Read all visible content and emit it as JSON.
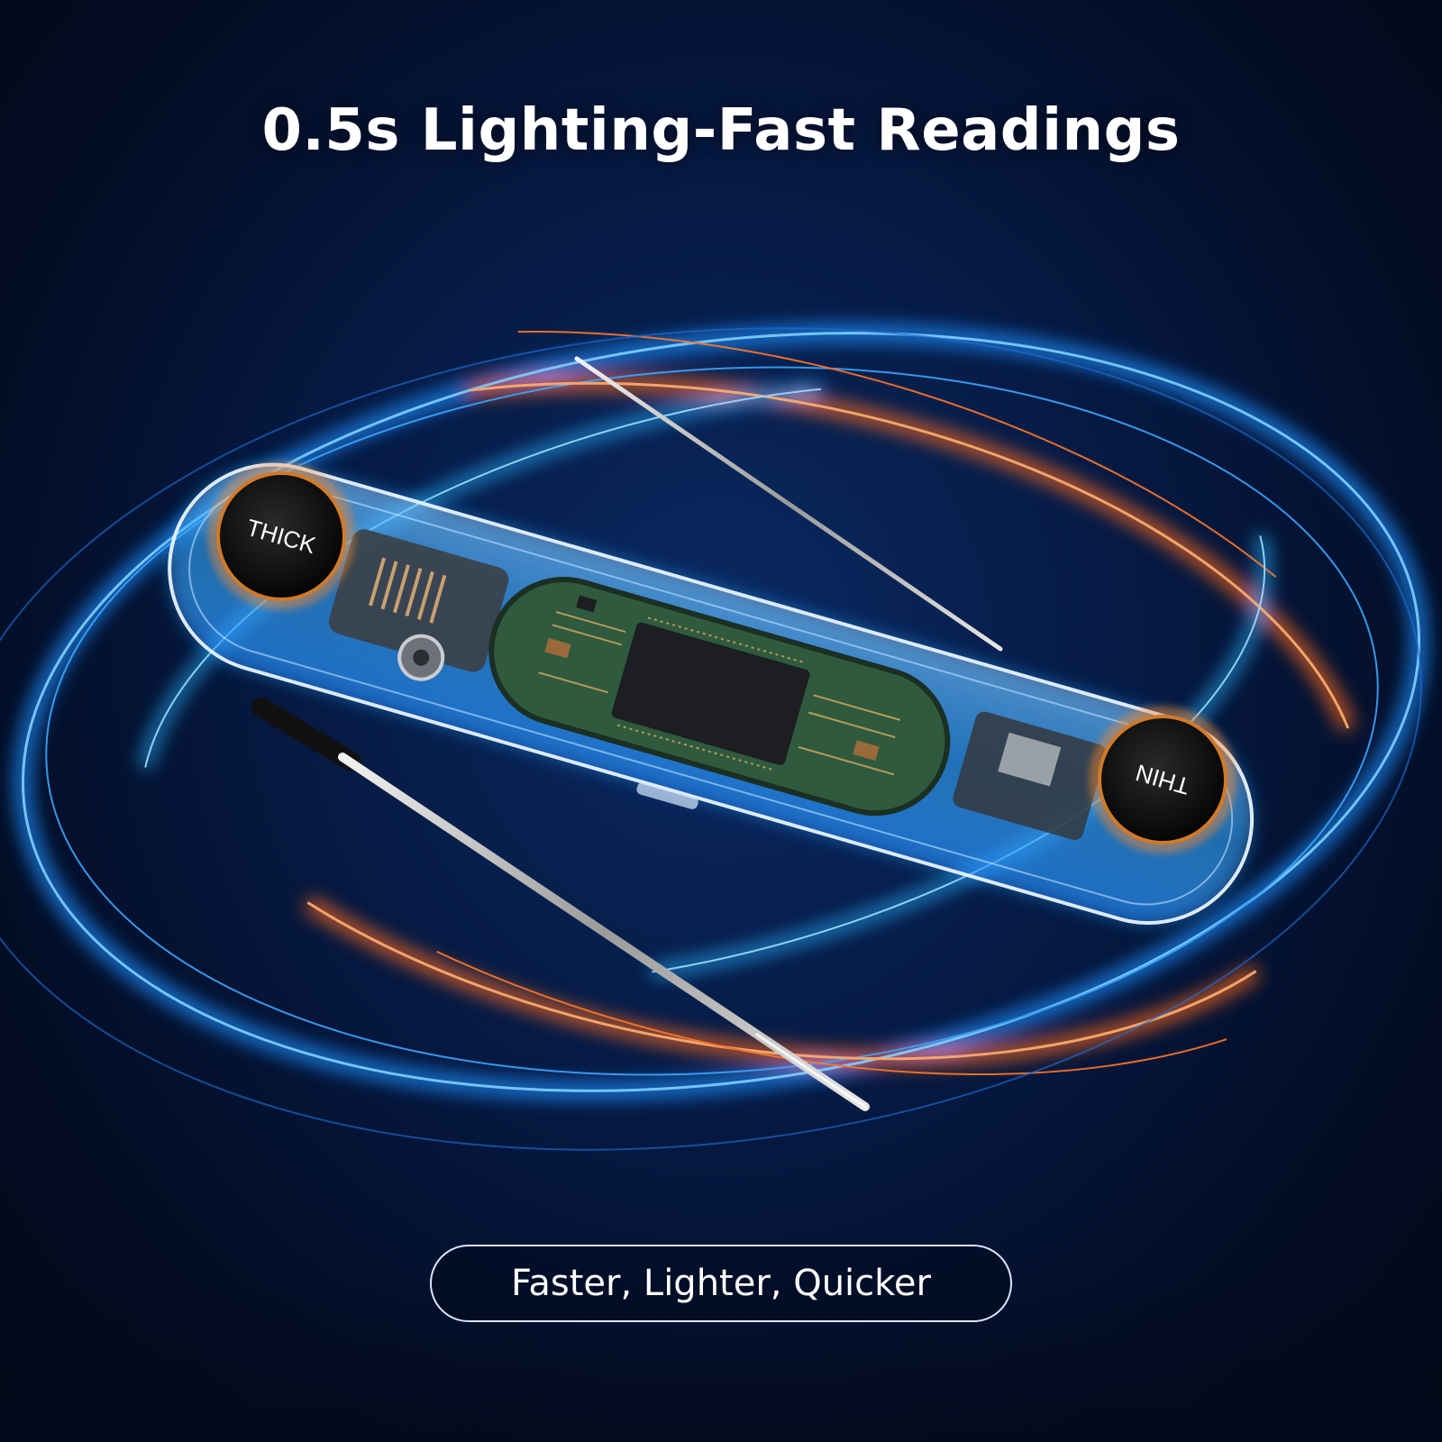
{
  "headline": "0.5s Lighting-Fast Readings",
  "tagline": "Faster, Lighter, Quicker",
  "device": {
    "left_button_label": "THICK",
    "right_button_label": "THIN"
  },
  "colors": {
    "background": "#061a44",
    "glow_blue": "#1fa0ff",
    "glow_orange": "#ff6a1a",
    "pcb_green": "#2f5a3e"
  }
}
